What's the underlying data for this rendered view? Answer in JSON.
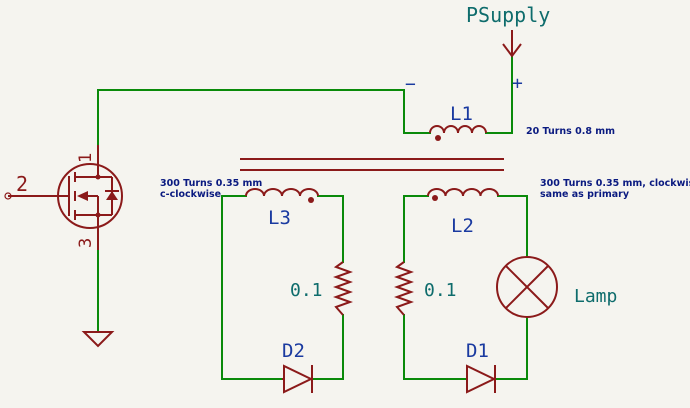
{
  "power": {
    "label": "PSupply",
    "minus": "−",
    "plus": "+"
  },
  "transistor": {
    "pin_drain": "1",
    "pin_gate": "2",
    "pin_source": "3"
  },
  "coils": {
    "l1": {
      "ref": "L1",
      "note": "20 Turns 0.8 mm"
    },
    "l2": {
      "ref": "L2",
      "note_line1": "300 Turns 0.35 mm, clockwise",
      "note_line2": "same as primary"
    },
    "l3": {
      "ref": "L3",
      "note_line1": "300 Turns 0.35 mm",
      "note_line2": "c-clockwise"
    }
  },
  "resistors": {
    "left": "0.1",
    "right": "0.1"
  },
  "diodes": {
    "d1": "D1",
    "d2": "D2"
  },
  "lamp": {
    "label": "Lamp"
  },
  "colors": {
    "wire": "#0a8a0a",
    "symbol": "#8b1a1a",
    "ref_label": "#1a3aa0",
    "value_label": "#0e6c6c",
    "note": "#0a1a80"
  }
}
